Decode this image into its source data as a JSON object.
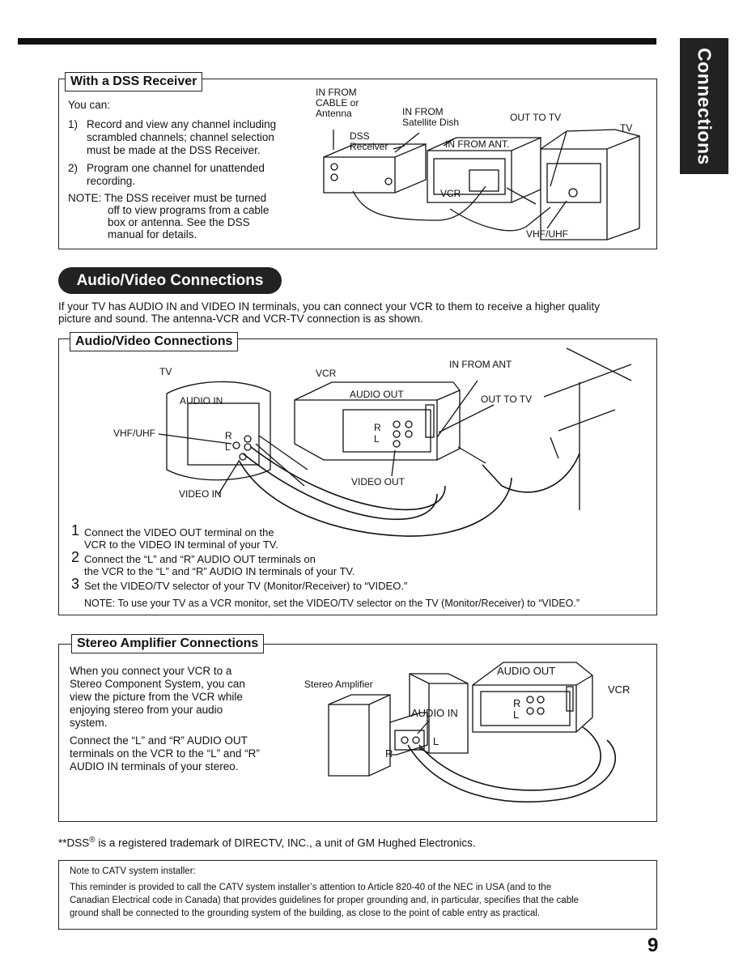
{
  "side_tab": "Connections",
  "dss": {
    "title": "With a DSS Receiver",
    "intro": "You can:",
    "items": [
      {
        "num": "1)",
        "lines": [
          "Record and view any channel including",
          "scrambled channels; channel selection",
          "must be made at the DSS Receiver."
        ]
      },
      {
        "num": "2)",
        "lines": [
          "Program one channel for unattended",
          "recording."
        ]
      }
    ],
    "note_lines": [
      "NOTE: The DSS receiver must be turned",
      "off to view programs from a cable",
      "box or antenna. See the DSS",
      "manual for details."
    ],
    "diagram": {
      "in_from_cable_lines": [
        "IN FROM",
        "CABLE or",
        "Antenna"
      ],
      "in_from_sat_lines": [
        "IN FROM",
        "Satellite Dish"
      ],
      "out_to_tv": "OUT TO TV",
      "tv": "TV",
      "dss_receiver_lines": [
        "DSS",
        "Receiver"
      ],
      "in_from_ant": "IN FROM ANT.",
      "vcr": "VCR",
      "vhf_uhf": "VHF/UHF"
    }
  },
  "av": {
    "banner": "Audio/Video Connections",
    "intro_lines": [
      "If your TV has AUDIO IN and VIDEO IN terminals, you can connect your VCR to them to receive a higher quality",
      "picture and sound. The antenna-VCR and VCR-TV connection is as shown."
    ],
    "box_title": "Audio/Video Connections",
    "diagram": {
      "tv": "TV",
      "vcr": "VCR",
      "in_from_ant": "IN FROM ANT",
      "audio_in": "AUDIO IN",
      "audio_out": "AUDIO OUT",
      "out_to_tv": "OUT TO TV",
      "vhf_uhf": "VHF/UHF",
      "r": "R",
      "l": "L",
      "video_in": "VIDEO IN",
      "video_out": "VIDEO OUT"
    },
    "steps": [
      {
        "num": "1",
        "lines": [
          "Connect the VIDEO OUT terminal on the",
          "VCR to the VIDEO IN terminal of your TV."
        ]
      },
      {
        "num": "2",
        "lines": [
          "Connect the “L” and “R” AUDIO OUT terminals on",
          "the VCR to the “L” and “R” AUDIO IN terminals of your TV."
        ]
      },
      {
        "num": "3",
        "lines": [
          "Set the VIDEO/TV selector of your TV (Monitor/Receiver) to “VIDEO.”"
        ]
      }
    ],
    "note": "NOTE:  To use your TV as a VCR monitor, set the VIDEO/TV selector on the TV (Monitor/Receiver) to “VIDEO.”"
  },
  "stereo": {
    "title": "Stereo Amplifier Connections",
    "para1_lines": [
      "When you connect your VCR to a",
      "Stereo Component System, you can",
      "view the picture from the VCR while",
      "enjoying stereo from your audio",
      "system."
    ],
    "para2_lines": [
      "Connect the “L” and “R” AUDIO OUT",
      "terminals on the VCR to the “L” and “R”",
      "AUDIO IN terminals of your stereo."
    ],
    "diagram": {
      "stereo_amplifier": "Stereo Amplifier",
      "audio_out": "AUDIO OUT",
      "audio_in": "AUDIO IN",
      "vcr": "VCR",
      "r": "R",
      "l": "L"
    }
  },
  "trademark": {
    "prefix": "**DSS",
    "reg": "®",
    "text": " is a registered trademark of DIRECTV, INC., a unit of GM Hughed Electronics."
  },
  "catv": {
    "title": "Note to CATV system installer:",
    "lines": [
      "This reminder is provided to call the CATV system installer’s attention to Article 820-40 of the NEC in USA (and to the",
      "Canadian Electrical code in Canada) that provides guidelines for proper grounding and, in particular, specifies that the cable",
      "ground shall be connected to the grounding system of the building, as close to the point of cable entry as practical."
    ]
  },
  "page_number": "9"
}
